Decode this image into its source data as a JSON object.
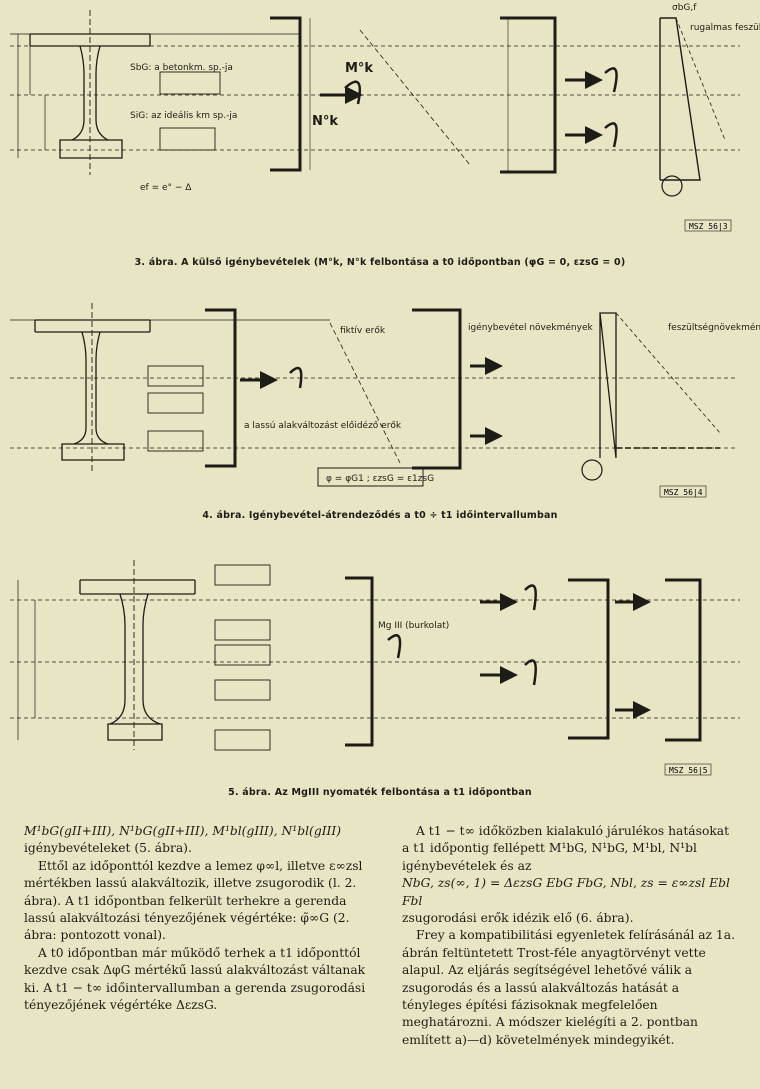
{
  "figures": [
    {
      "caption": "3. ábra. A külső igénybevételek (M°k, N°k felbontása a t0 időpontban (φG = 0, εzsG = 0)",
      "stamp": "MSZ 56|3",
      "labels": {
        "beton": "SbG: a betonkm. sp.-ja",
        "idealis": "SiG: az ideális km sp.-ja",
        "moment": "M°k",
        "normal": "N°k",
        "ecc": "ef = e° − Δ",
        "stress": "σbG,f",
        "stress_note": "rugalmas feszültségek"
      }
    },
    {
      "caption": "4. ábra. Igénybevétel-átrendeződés a t0 ÷ t1 időintervallumban",
      "stamp": "MSZ 56|4",
      "labels": {
        "fiktiv": "fiktív erők",
        "lassu": "a lassú alakváltozást előidéző erők",
        "novekmeny": "igénybevétel növekmények",
        "fesz_novekmeny": "feszültségnövekmények",
        "formula": "φ = φG1 ; εzsG = ε1zsG"
      }
    },
    {
      "caption": "5. ábra. Az MgIII nyomaték felbontása a t1 időpontban",
      "stamp": "MSZ 56|5",
      "labels": {
        "burkolat": "Mg III (burkolat)"
      }
    }
  ],
  "text": {
    "left": [
      "M¹bG(gII+III), N¹bG(gII+III), M¹bl(gIII), N¹bl(gIII)",
      "igénybevételeket (5. ábra).",
      "Ettől az időponttól kezdve a lemez φ∞l, illetve ε∞zsl mértékben lassú alakváltozik, illetve zsugorodik (l. 2. ábra). A t1 időpontban felkerült terhekre a gerenda lassú alakváltozási tényezőjének végértéke: φ̃∞G (2. ábra: pontozott vonal).",
      "A t0 időpontban már működő terhek a t1 időponttól kezdve csak ΔφG mértékű lassú alakváltozást váltanak ki. A t1 − t∞ időintervallumban a gerenda zsugorodási tényezőjének végértéke ΔεzsG."
    ],
    "right": [
      "A t1 − t∞ időközben kialakuló járulékos hatásokat a t1 időpontig fellépett M¹bG, N¹bG, M¹bl, N¹bl igénybevételek és az",
      "NbG, zs(∞, 1) = ΔεzsG EbG FbG, Nbl, zs = ε∞zsl Ebl Fbl",
      "zsugorodási erők idézik elő (6. ábra).",
      "Frey a kompatibilitási egyenletek felírásánál az 1a. ábrán feltüntetett Trost-féle anyagtörvényt vette alapul. Az eljárás segítségével lehetővé válik a zsugorodás és a lassú alakváltozás hatását a tényleges építési fázisoknak megfelelően meghatározni. A módszer kielégíti a 2. pontban említett a)—d) követelmények mindegyikét."
    ]
  }
}
